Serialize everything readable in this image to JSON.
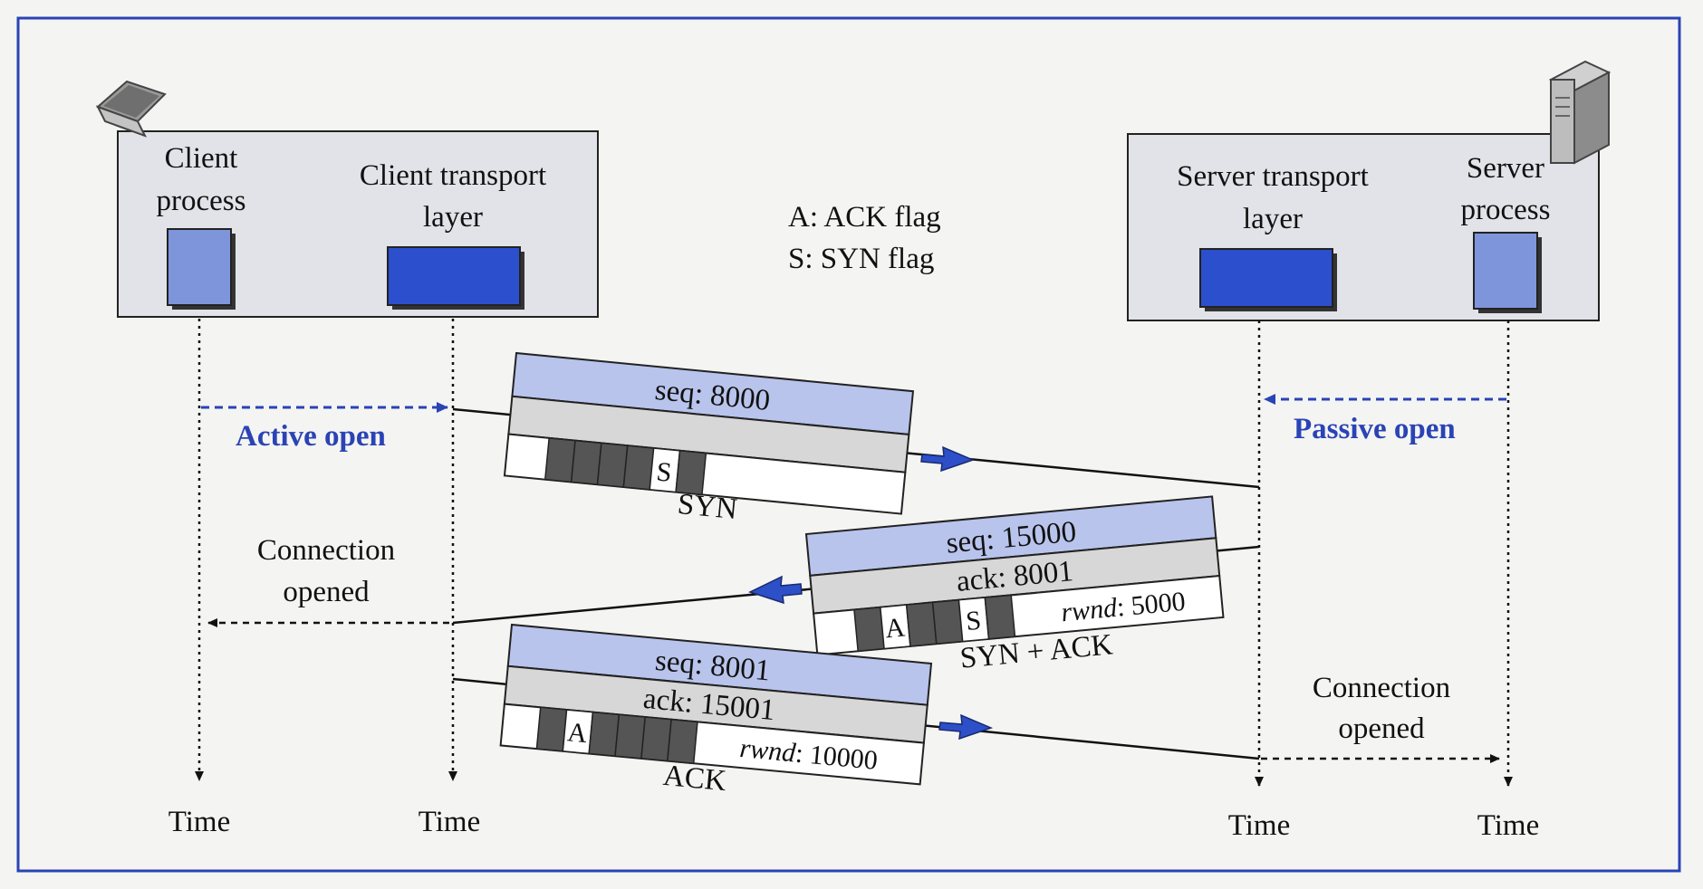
{
  "client": {
    "process_label_1": "Client",
    "process_label_2": "process",
    "transport_label_1": "Client transport",
    "transport_label_2": "layer",
    "laptop_icon": "laptop-icon"
  },
  "server": {
    "transport_label_1": "Server transport",
    "transport_label_2": "layer",
    "process_label_1": "Server",
    "process_label_2": "process",
    "server_icon": "server-tower-icon"
  },
  "legend": {
    "ack": "A: ACK flag",
    "syn": "S: SYN flag"
  },
  "events": {
    "active_open": "Active open",
    "passive_open": "Passive open",
    "client_connection_1": "Connection",
    "client_connection_2": "opened",
    "server_connection_1": "Connection",
    "server_connection_2": "opened"
  },
  "segments": {
    "syn": {
      "seq": "seq: 8000",
      "flag": "S",
      "name": "SYN"
    },
    "synack": {
      "seq": "seq: 15000",
      "ack": "ack: 8001",
      "flag_a": "A",
      "flag_s": "S",
      "rwnd_label": "rwnd",
      "rwnd_value": ": 5000",
      "name": "SYN + ACK"
    },
    "ack": {
      "seq": "seq: 8001",
      "ack": "ack: 15001",
      "flag_a": "A",
      "rwnd_label": "rwnd",
      "rwnd_value": ": 10000",
      "name": "ACK"
    }
  },
  "time_labels": {
    "client_process": "Time",
    "client_transport": "Time",
    "server_transport": "Time",
    "server_process": "Time"
  },
  "colors": {
    "frame": "#2a43b5",
    "box_fill": "#e2e3e8",
    "process_blue": "#7e95db",
    "transport_blue": "#2c4fcd",
    "seq_band": "#b9c4ec",
    "ack_band": "#d7d7d7",
    "flag_dark": "#555555",
    "arrow_blue": "#2d50c8"
  }
}
